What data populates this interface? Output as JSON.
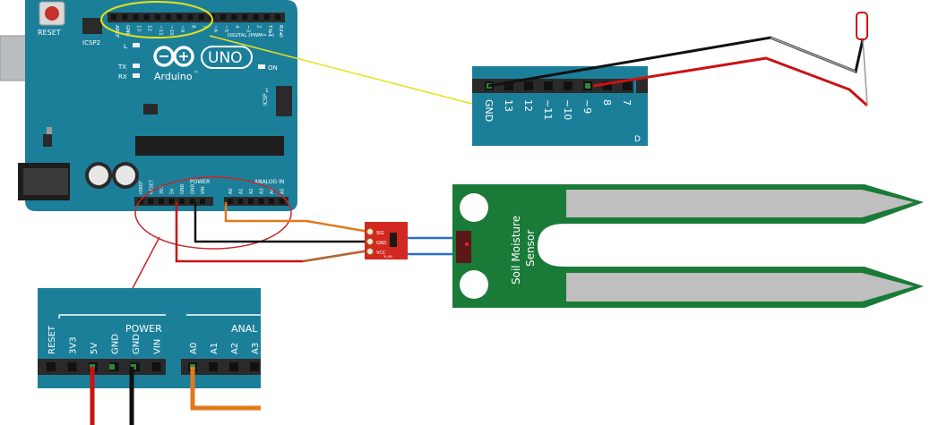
{
  "colors": {
    "board": "#1c7f9a",
    "board_dark": "#14617a",
    "header": "#2a2a2a",
    "sensor_pcb": "#1a7a37",
    "module": "#d3281f",
    "wire_red": "#cc1111",
    "wire_black": "#111111",
    "wire_orange": "#e07a1f",
    "wire_brown": "#b06a3a",
    "wire_blue": "#2a6fd0",
    "highlight_yellow": "#e6e21a",
    "highlight_red": "#c8262a"
  },
  "arduino": {
    "reset_label": "RESET",
    "icsp2_label": "ICSP2",
    "l_label": "L",
    "tx_label": "TX",
    "rx_label": "RX",
    "logo_text": "Arduino",
    "tm_mark": "™",
    "uno_label": "UNO",
    "on_label": "ON",
    "icsp_label": "ICSP",
    "icsp_num": "1",
    "digital_label": "DIGITAL (PWM= ~)",
    "power_label": "POWER",
    "analog_label": "ANALOG IN",
    "top_pins": [
      "AREF",
      "GND",
      "13",
      "12",
      "~11",
      "~10",
      "~9",
      "8",
      "7",
      "~6",
      "~5",
      "4",
      "~3",
      "2",
      "TX▸1",
      "RX◂0"
    ],
    "bottom_pins": [
      "IOREF",
      "RESET",
      "3V3",
      "5V",
      "GND",
      "GND",
      "VIN",
      "A0",
      "A1",
      "A2",
      "A3",
      "A4",
      "A5"
    ]
  },
  "zoom_digital": {
    "pins": [
      "GND",
      "13",
      "12",
      "~11",
      "~10",
      "~9",
      "8",
      "7"
    ],
    "d_letter": "D"
  },
  "zoom_power": {
    "power_label": "POWER",
    "analog_label": "ANAL",
    "pins": [
      "RESET",
      "3V3",
      "5V",
      "GND",
      "GND",
      "VIN",
      "A0",
      "A1",
      "A2",
      "A3"
    ]
  },
  "module": {
    "pins": [
      "SIG",
      "GND",
      "VCC"
    ],
    "sub_label": "YL-69"
  },
  "sensor": {
    "line1": "Soil Moisture",
    "line2": "Sensor"
  }
}
